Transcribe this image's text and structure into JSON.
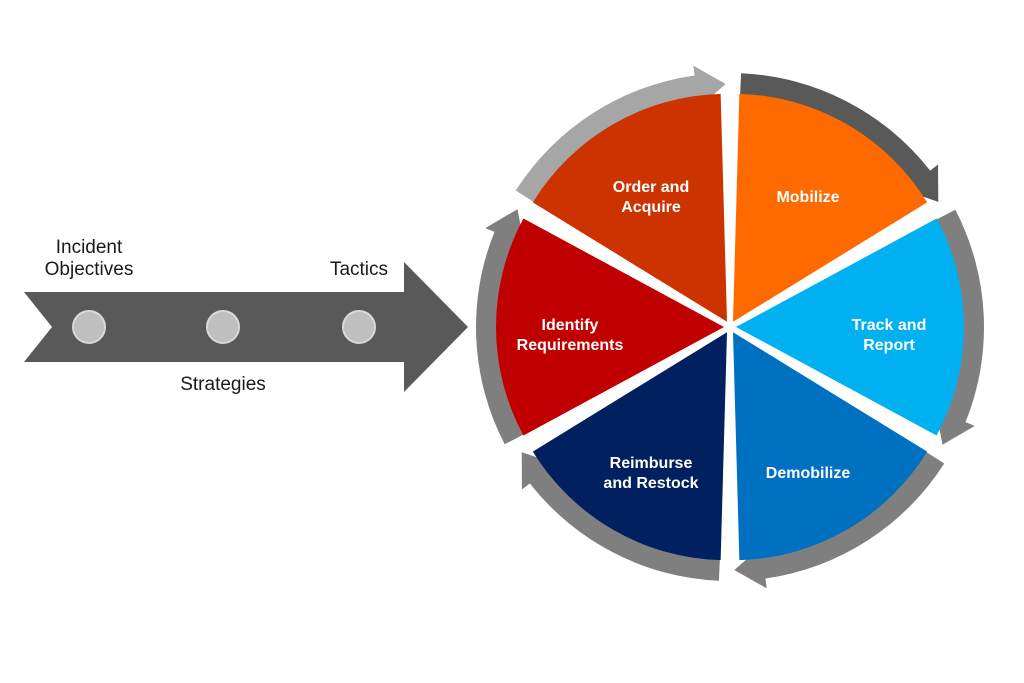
{
  "arrow": {
    "labels": {
      "incident_line1": "Incident",
      "incident_line2": "Objectives",
      "strategies": "Strategies",
      "tactics": "Tactics"
    }
  },
  "cycle": {
    "segments": [
      {
        "line1": "Mobilize",
        "line2": "",
        "color": "#FF6A00"
      },
      {
        "line1": "Track and",
        "line2": "Report",
        "color": "#00B0F0"
      },
      {
        "line1": "Demobilize",
        "line2": "",
        "color": "#0070C0"
      },
      {
        "line1": "Reimburse",
        "line2": "and Restock",
        "color": "#002060"
      },
      {
        "line1": "Identify",
        "line2": "Requirements",
        "color": "#C00000"
      },
      {
        "line1": "Order and",
        "line2": "Acquire",
        "color": "#CC3300"
      }
    ]
  },
  "colors": {
    "arrow_body": "#595959",
    "node_fill": "#BFBFBF",
    "ring_dark": "#595959",
    "ring_mid": "#7F7F7F",
    "ring_light": "#A6A6A6"
  }
}
